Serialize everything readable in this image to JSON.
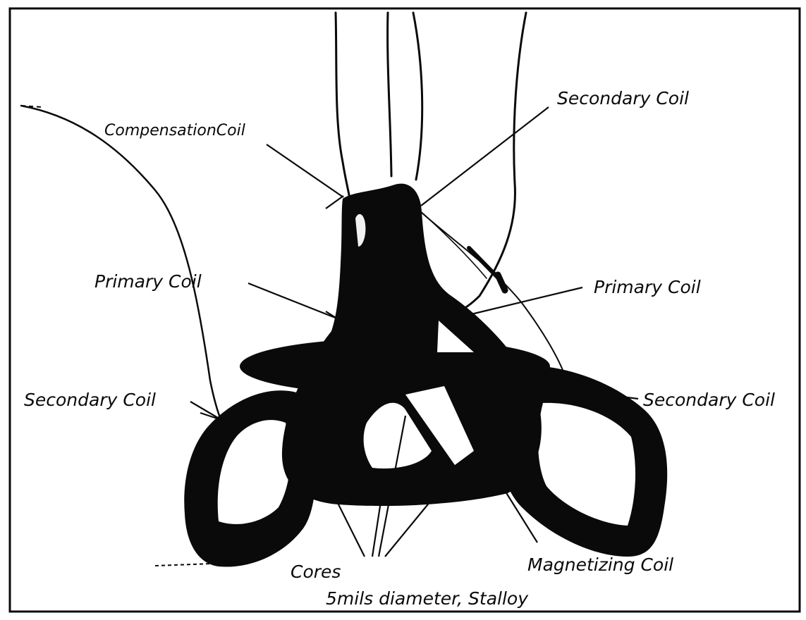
{
  "labels": {
    "compensation_coil": "CompensationCoil",
    "secondary_coil_top": "Secondary Coil",
    "primary_coil_left": "Primary Coil",
    "primary_coil_right": "Primary Coil",
    "secondary_coil_left": "Secondary Coil",
    "secondary_coil_right": "Secondary Coil",
    "magnetizing_coil": "Magnetizing Coil",
    "cores": "Cores",
    "core_spec": "5mils diameter, Stalloy"
  },
  "colors": {
    "ink": "#0a0a0a",
    "paper": "#ffffff"
  }
}
